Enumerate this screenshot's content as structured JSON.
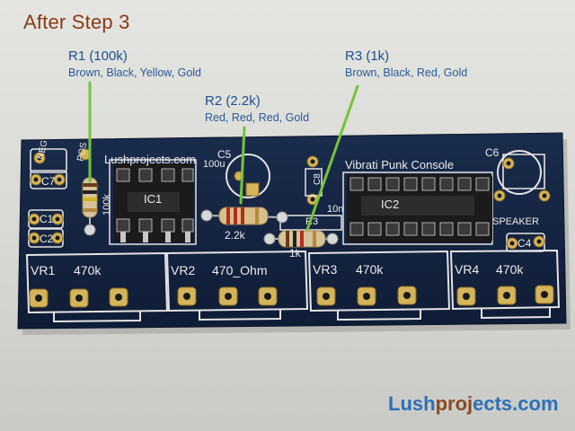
{
  "title": "After Step 3",
  "annotations": [
    {
      "heading": "R1 (100k)",
      "colors": "Brown, Black, Yellow, Gold"
    },
    {
      "heading": "R2 (2.2k)",
      "colors": "Red, Red, Red, Gold"
    },
    {
      "heading": "R3 (1k)",
      "colors": "Brown, Black, Red, Gold"
    }
  ],
  "silkscreen": {
    "brand_text": "Lushprojects.com",
    "project_text": "Vibrati Punk Console",
    "c5_value": "100u",
    "labels": [
      "NEG",
      "POS",
      "C7",
      "C1",
      "C2",
      "100k",
      "IC1",
      "C5",
      "2.2k",
      "C8",
      "R3",
      "10n",
      "1k",
      "IC2",
      "C6",
      "SPEAKER",
      "C4"
    ],
    "pots": [
      {
        "name": "VR1",
        "value": "470k"
      },
      {
        "name": "VR2",
        "value": "470_Ohm"
      },
      {
        "name": "VR3",
        "value": "470k"
      },
      {
        "name": "VR4",
        "value": "470k"
      }
    ]
  },
  "brand": {
    "part1": "Lush",
    "part2": "proj",
    "part3": "ects.com"
  },
  "colors": {
    "pcb": "#12223f",
    "silk": "#e8e8e8",
    "pad": "#d4b45a",
    "leader": "#74c43a",
    "title": "#8a3a14",
    "annotation": "#1f4f8f"
  }
}
